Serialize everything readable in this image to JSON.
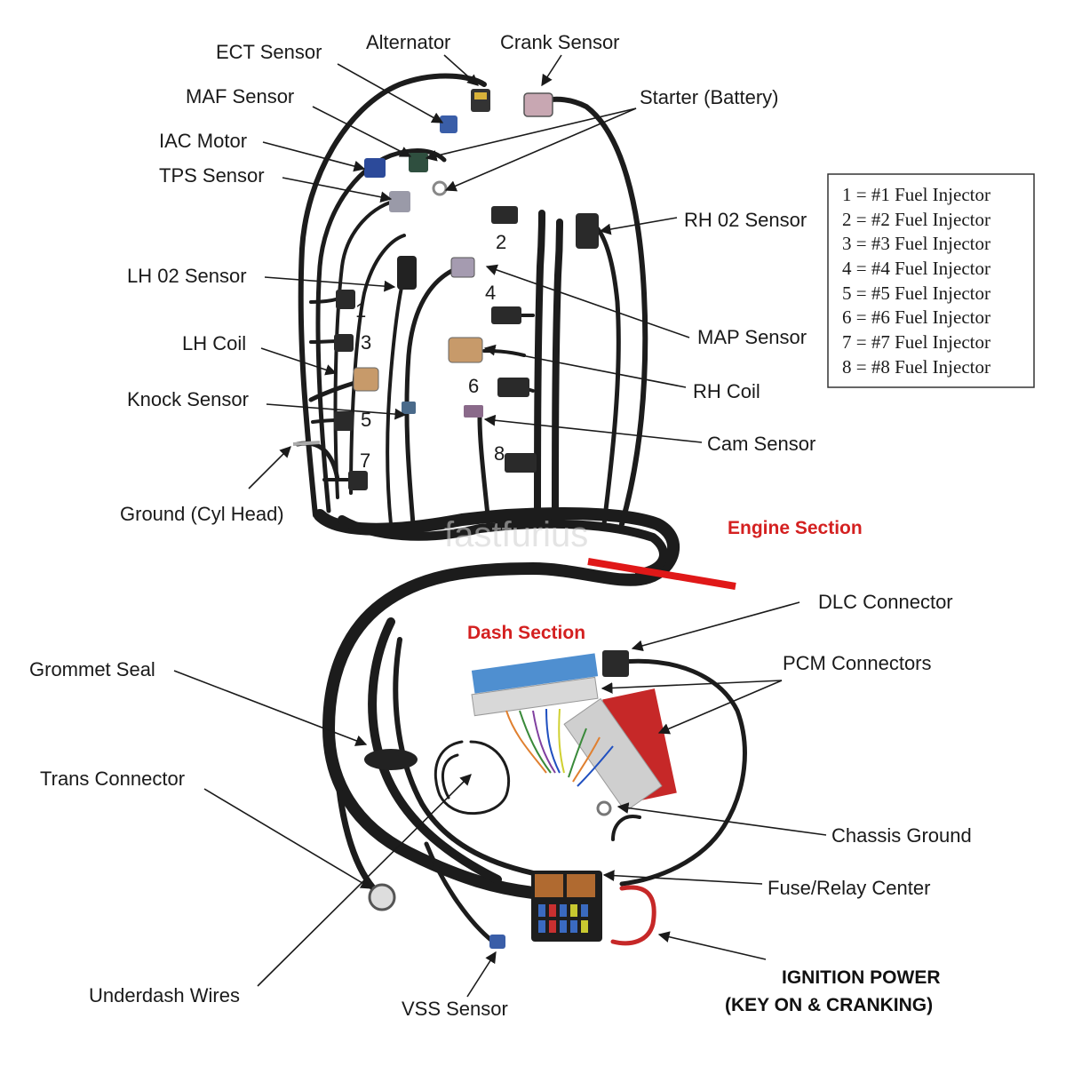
{
  "labels": {
    "ect_sensor": "ECT Sensor",
    "alternator": "Alternator",
    "crank_sensor": "Crank Sensor",
    "maf_sensor": "MAF Sensor",
    "starter": "Starter (Battery)",
    "iac_motor": "IAC Motor",
    "tps_sensor": "TPS Sensor",
    "rh_o2_sensor": "RH 02 Sensor",
    "lh_o2_sensor": "LH 02 Sensor",
    "map_sensor": "MAP Sensor",
    "lh_coil": "LH Coil",
    "rh_coil": "RH Coil",
    "knock_sensor": "Knock Sensor",
    "cam_sensor": "Cam Sensor",
    "ground_cyl_head": "Ground (Cyl Head)",
    "dlc_connector": "DLC Connector",
    "pcm_connectors": "PCM Connectors",
    "grommet_seal": "Grommet Seal",
    "trans_connector": "Trans Connector",
    "chassis_ground": "Chassis Ground",
    "fuse_relay_center": "Fuse/Relay Center",
    "underdash_wires": "Underdash Wires",
    "vss_sensor": "VSS Sensor",
    "ignition_power_line1": "IGNITION POWER",
    "ignition_power_line2": "(KEY ON & CRANKING)"
  },
  "sections": {
    "engine": "Engine Section",
    "dash": "Dash Section"
  },
  "injector_numbers": [
    "1",
    "2",
    "3",
    "4",
    "5",
    "6",
    "7",
    "8"
  ],
  "injector_legend": [
    "1 = #1 Fuel Injector",
    "2 = #2 Fuel Injector",
    "3 = #3 Fuel Injector",
    "4 = #4 Fuel Injector",
    "5 = #5 Fuel Injector",
    "6 = #6 Fuel Injector",
    "7 = #7 Fuel Injector",
    "8 = #8 Fuel Injector"
  ],
  "watermark": "fastfurius",
  "colors": {
    "section_red": "#d42020",
    "wire": "#1c1c1c",
    "pcm_blue": "#4f8fd0",
    "pcm_red": "#c62828",
    "connector_gray": "#444444"
  }
}
